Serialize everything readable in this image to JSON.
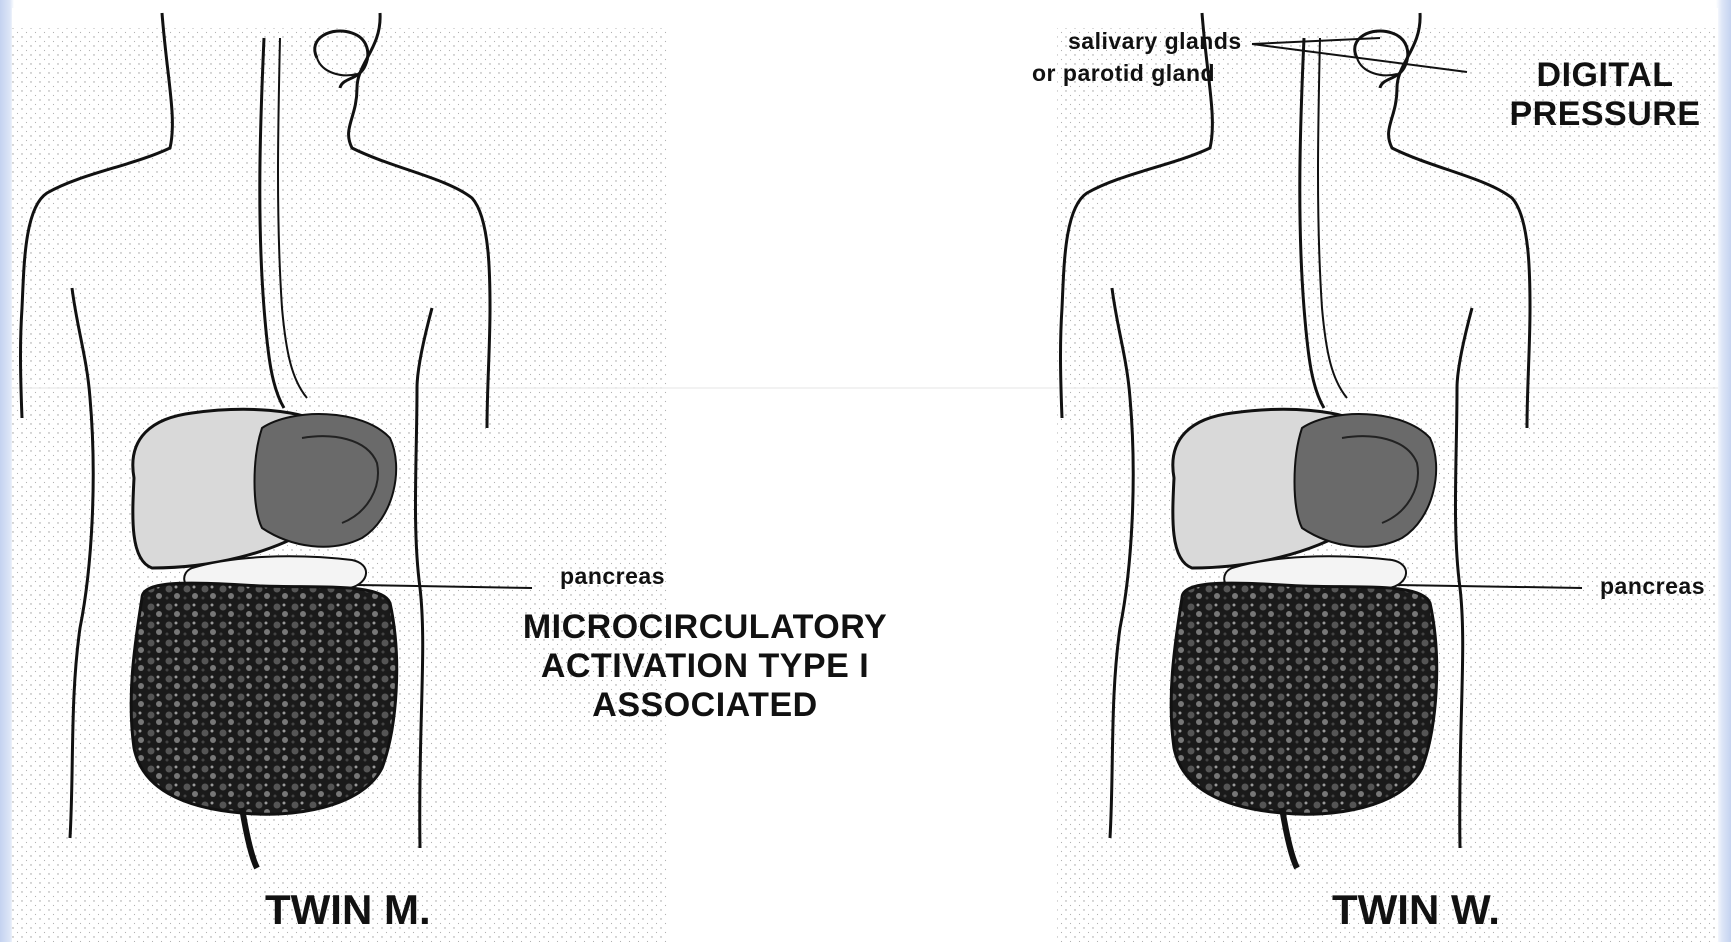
{
  "left_figure": {
    "caption": "TWIN M.",
    "pancreas_label": "pancreas",
    "heading_lines": [
      "MICROCIRCULATORY",
      "ACTIVATION TYPE I",
      "ASSOCIATED"
    ]
  },
  "right_figure": {
    "caption": "TWIN W.",
    "pancreas_label": "pancreas",
    "gland_label_lines": [
      "salivary glands",
      "or parotid gland"
    ],
    "heading_lines": [
      "DIGITAL",
      "PRESSURE"
    ]
  },
  "colors": {
    "ink": "#111111",
    "organ_dark": "#1a1a1a",
    "organ_mid": "#6a6a6a",
    "organ_light": "#d9d9d9",
    "stipple": "#9a9a9a",
    "frame_blue": "#c4d2f0"
  }
}
